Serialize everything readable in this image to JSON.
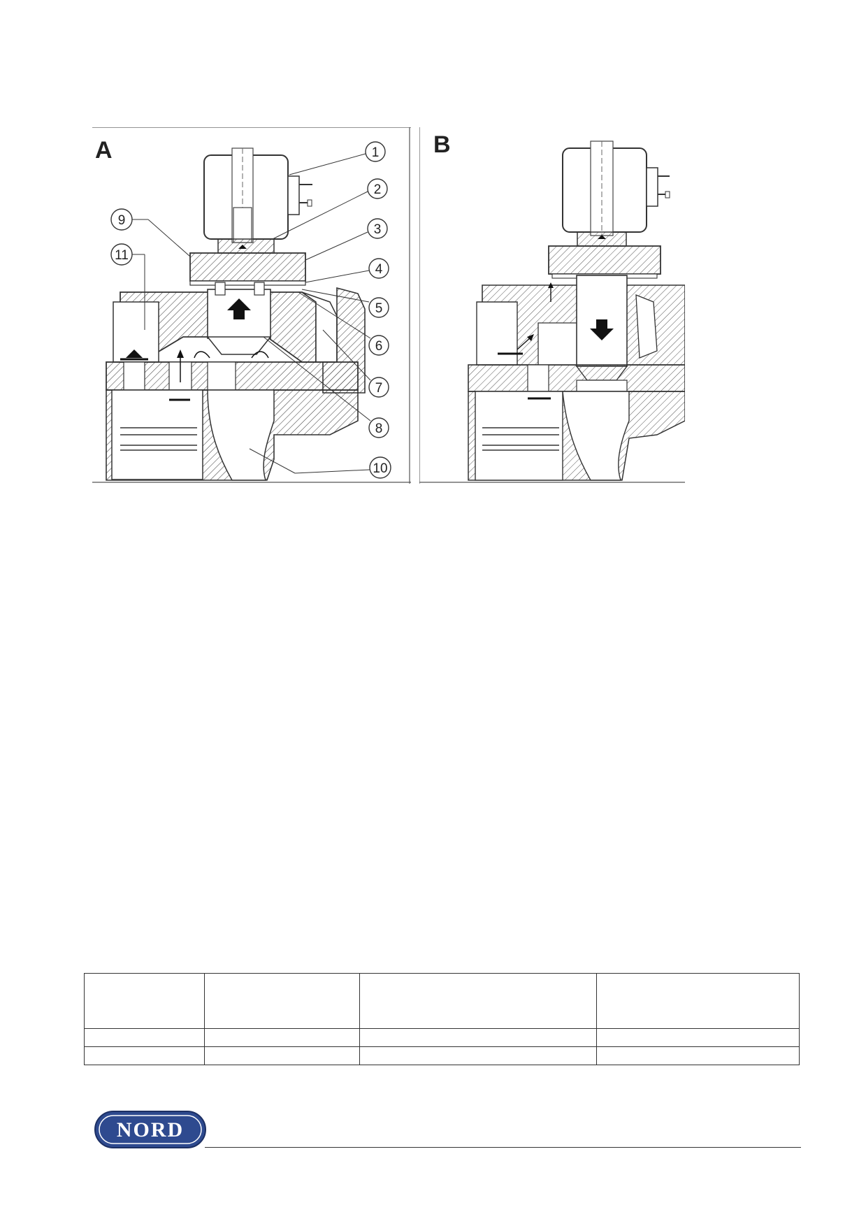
{
  "figure_a": {
    "panel_label": "A",
    "callouts": [
      "1",
      "2",
      "3",
      "4",
      "5",
      "6",
      "7",
      "8",
      "9",
      "10",
      "11"
    ]
  },
  "figure_b": {
    "panel_label": "B"
  },
  "spec_table": {
    "columns": 4,
    "header": [
      "",
      "",
      "",
      ""
    ],
    "rows": [
      [
        "",
        "",
        "",
        ""
      ],
      [
        "",
        "",
        "",
        ""
      ]
    ]
  },
  "footer": {
    "logo_text": "NORD",
    "logo_color": "#2e4a8f"
  }
}
